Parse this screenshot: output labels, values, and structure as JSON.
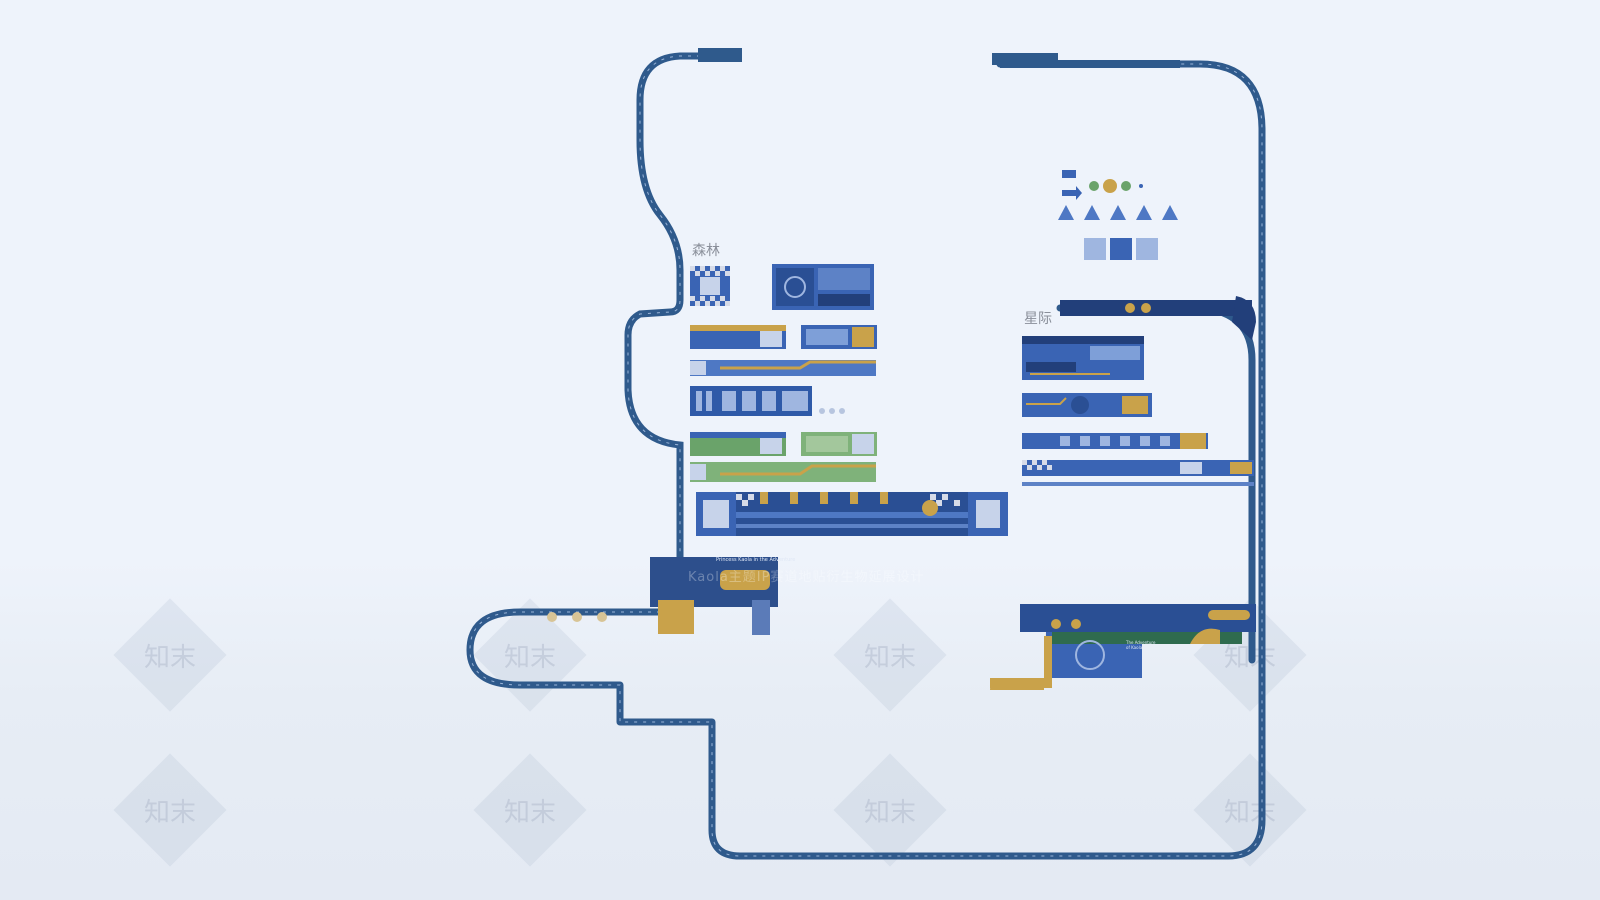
{
  "sections": {
    "forest_label": "森林",
    "interstellar_label": "星际"
  },
  "banner": {
    "caption": "Kaola主题IP赛道地贴衍生物延展设计"
  },
  "track_labels": {
    "forest_start_plate": "Princess Kaola in the Adventure",
    "interstellar_plate": "The Adventure of Kaola"
  },
  "watermark": {
    "text": "知末"
  },
  "colors": {
    "background": "#eef3fb",
    "track": "#2f5a8c",
    "panel_blue": "#3a64b4",
    "panel_dark": "#203f78",
    "accent_gold": "#c9a24a",
    "accent_green": "#6aa36a",
    "label_gray": "#8a8f9a"
  }
}
